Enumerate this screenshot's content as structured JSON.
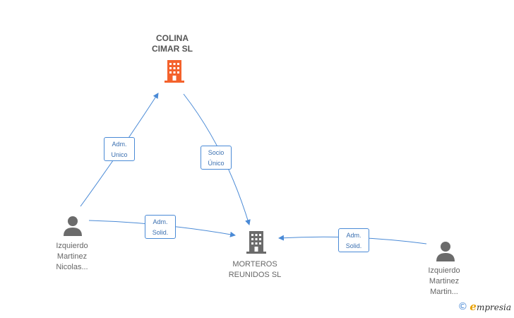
{
  "nodes": {
    "company_main": {
      "lines": [
        "COLINA",
        "CIMAR SL"
      ],
      "icon": "building-icon",
      "color": "#f4622c"
    },
    "company_sub": {
      "lines": [
        "MORTEROS",
        "REUNIDOS SL"
      ],
      "icon": "building-icon",
      "color": "#6b6b6b"
    },
    "person_left": {
      "lines": [
        "Izquierdo",
        "Martinez",
        "Nicolas..."
      ],
      "icon": "person-icon",
      "color": "#6b6b6b"
    },
    "person_right": {
      "lines": [
        "Izquierdo",
        "Martinez",
        "Martin..."
      ],
      "icon": "person-icon",
      "color": "#6b6b6b"
    }
  },
  "edges": [
    {
      "from": "person_left",
      "to": "company_main",
      "lines": [
        "Adm.",
        "Unico"
      ]
    },
    {
      "from": "company_main",
      "to": "company_sub",
      "lines": [
        "Socio",
        "Único"
      ]
    },
    {
      "from": "person_left",
      "to": "company_sub",
      "lines": [
        "Adm.",
        "Solid."
      ]
    },
    {
      "from": "person_right",
      "to": "company_sub",
      "lines": [
        "Adm.",
        "Solid."
      ]
    }
  ],
  "edge_color": "#4a8ad6",
  "footer": {
    "copyright_symbol": "©",
    "brand_first": "e",
    "brand_rest": "mpresia",
    "brand_color": "#e8a000"
  }
}
